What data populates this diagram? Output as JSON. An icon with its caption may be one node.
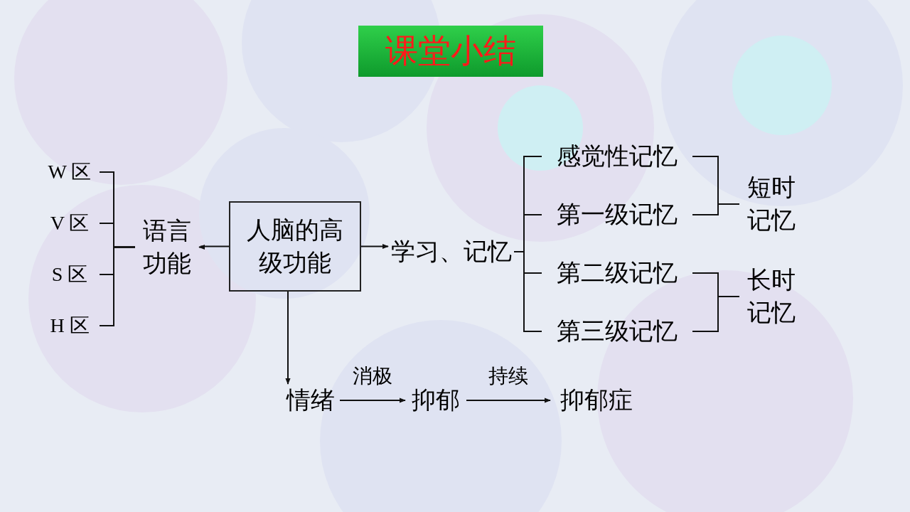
{
  "diagram": {
    "title": "课堂小结",
    "nodes": [
      {
        "text": [
          "人脑的高级功能"
        ]
      },
      {
        "text": [
          "语言功能"
        ]
      },
      {
        "text": [
          "W 区"
        ]
      },
      {
        "text": [
          "V 区"
        ]
      },
      {
        "text": [
          "S 区"
        ]
      },
      {
        "text": [
          "H 区"
        ]
      },
      {
        "text": [
          "学习、记忆"
        ]
      },
      {
        "text": [
          "感觉性记忆"
        ]
      },
      {
        "text": [
          "第一级记忆"
        ]
      },
      {
        "text": [
          "第二级记忆"
        ]
      },
      {
        "text": [
          "第三级记忆"
        ]
      },
      {
        "text": [
          "短时记忆"
        ]
      },
      {
        "text": [
          "长时记忆"
        ]
      },
      {
        "text": [
          "情绪"
        ]
      },
      {
        "text": [
          "抑郁"
        ]
      },
      {
        "text": [
          "抑郁症"
        ]
      }
    ],
    "edges": [
      {
        "from": 0,
        "to": 1,
        "arrow": "to"
      },
      {
        "from": 1,
        "to": 2,
        "arrow": "none"
      },
      {
        "from": 1,
        "to": 3,
        "arrow": "none"
      },
      {
        "from": 1,
        "to": 4,
        "arrow": "none"
      },
      {
        "from": 1,
        "to": 5,
        "arrow": "none"
      },
      {
        "from": 0,
        "to": 6,
        "arrow": "to"
      },
      {
        "from": 6,
        "to": 7,
        "arrow": "none"
      },
      {
        "from": 6,
        "to": 8,
        "arrow": "none"
      },
      {
        "from": 6,
        "to": 9,
        "arrow": "none"
      },
      {
        "from": 6,
        "to": 10,
        "arrow": "none"
      },
      {
        "from": 7,
        "to": 11,
        "arrow": "none"
      },
      {
        "from": 8,
        "to": 11,
        "arrow": "none"
      },
      {
        "from": 9,
        "to": 12,
        "arrow": "none"
      },
      {
        "from": 10,
        "to": 12,
        "arrow": "none"
      },
      {
        "from": 0,
        "to": 13,
        "arrow": "to"
      },
      {
        "from": 13,
        "to": 14,
        "arrow": "to",
        "label": "消极"
      },
      {
        "from": 14,
        "to": 15,
        "arrow": "to",
        "label": "持续"
      }
    ]
  }
}
